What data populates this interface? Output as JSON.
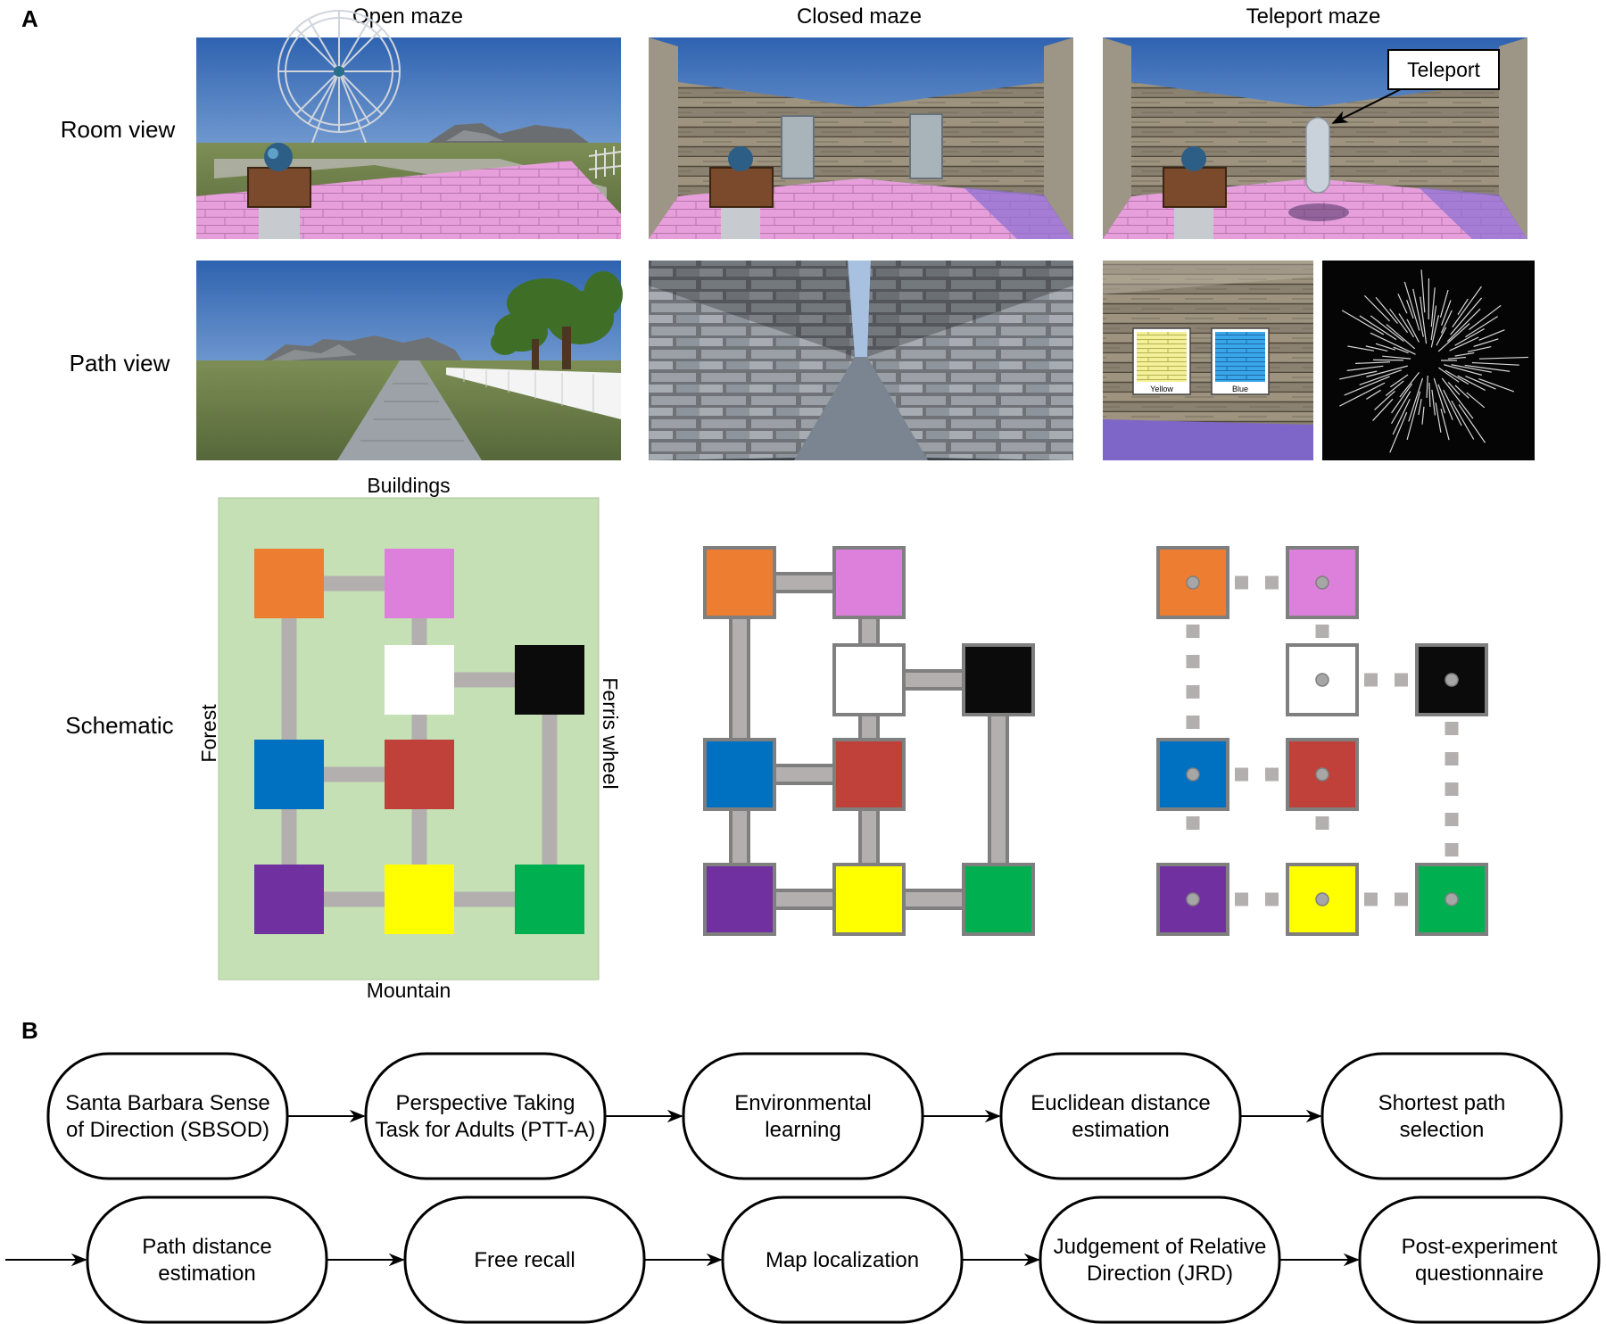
{
  "panel_a": {
    "label": "A",
    "columns": [
      "Open maze",
      "Closed maze",
      "Teleport maze"
    ],
    "rows": [
      "Room view",
      "Path view",
      "Schematic"
    ],
    "teleport_callout": "Teleport",
    "sign_labels": [
      "Yellow",
      "Blue"
    ],
    "open_surroundings": {
      "top": "Buildings",
      "bottom": "Mountain",
      "left": "Forest",
      "right": "Ferris wheel"
    }
  },
  "schematic": {
    "colors": {
      "orange": "#ED7D31",
      "pink": "#DD80DC",
      "white": "#FFFFFF",
      "black": "#0B0B0B",
      "blue": "#0070C0",
      "red": "#C0403A",
      "purple": "#7030A0",
      "yellow": "#FFFF00",
      "green": "#00B050",
      "path": "#B4AFAF",
      "field": "#C5E0B4",
      "frame": "#7F7F7F"
    },
    "rooms": [
      {
        "color": "orange",
        "col": 0,
        "row": 0
      },
      {
        "color": "pink",
        "col": 1,
        "row": 0
      },
      {
        "color": "white",
        "col": 1,
        "row": 1
      },
      {
        "color": "black",
        "col": 2,
        "row": 1
      },
      {
        "color": "blue",
        "col": 0,
        "row": 2
      },
      {
        "color": "red",
        "col": 1,
        "row": 2
      },
      {
        "color": "purple",
        "col": 0,
        "row": 3
      },
      {
        "color": "yellow",
        "col": 1,
        "row": 3
      },
      {
        "color": "green",
        "col": 2,
        "row": 3
      }
    ],
    "connections": [
      [
        "orange",
        "pink"
      ],
      [
        "orange",
        "blue"
      ],
      [
        "pink",
        "white"
      ],
      [
        "white",
        "black"
      ],
      [
        "white",
        "red"
      ],
      [
        "black",
        "green"
      ],
      [
        "blue",
        "red"
      ],
      [
        "blue",
        "purple"
      ],
      [
        "red",
        "yellow"
      ],
      [
        "purple",
        "yellow"
      ],
      [
        "yellow",
        "green"
      ]
    ]
  },
  "panel_b": {
    "label": "B",
    "row1": [
      [
        "Santa Barbara Sense",
        "of Direction (SBSOD)"
      ],
      [
        "Perspective Taking",
        "Task for Adults (PTT-A)"
      ],
      [
        "Environmental",
        "learning"
      ],
      [
        "Euclidean distance",
        "estimation"
      ],
      [
        "Shortest path",
        "selection"
      ]
    ],
    "row2": [
      [
        "Path distance",
        "estimation"
      ],
      [
        "Free recall"
      ],
      [
        "Map localization"
      ],
      [
        "Judgement of Relative",
        "Direction (JRD)"
      ],
      [
        "Post-experiment",
        "questionnaire"
      ]
    ]
  }
}
